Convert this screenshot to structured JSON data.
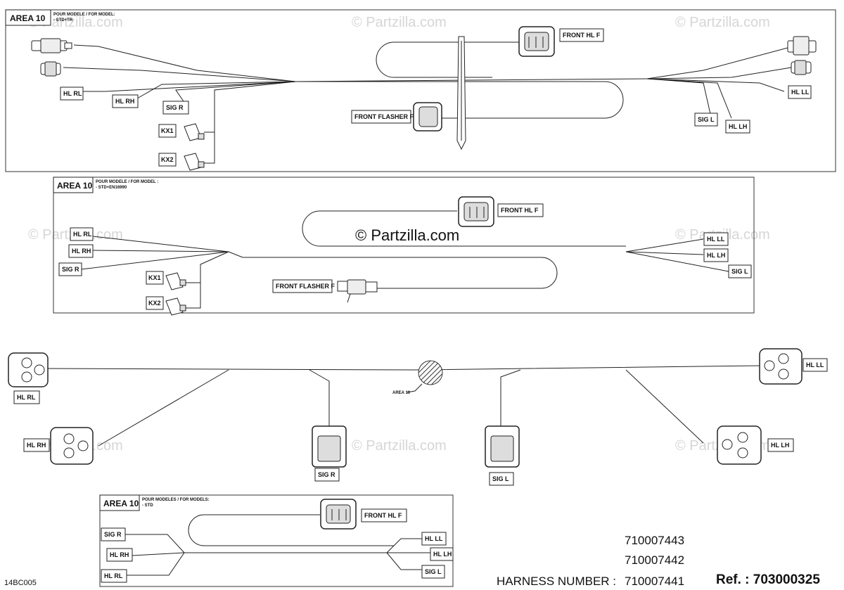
{
  "watermark": "© Partzilla.com",
  "panels": [
    {
      "area": "AREA 10",
      "model_line1": "POUR MODELE / FOR MODEL:",
      "model_line2": "- STD+TR",
      "labels": {
        "front_hl": "FRONT HL F",
        "front_flasher": "FRONT FLASHER F",
        "hl_rl": "HL RL",
        "hl_rh": "HL RH",
        "sig_r": "SIG R",
        "kx1": "KX1",
        "kx2": "KX2",
        "hl_ll": "HL LL",
        "hl_lh": "HL LH",
        "sig_l": "SIG L"
      }
    },
    {
      "area": "AREA 10",
      "model_line1": "POUR MODELE / FOR MODEL :",
      "model_line2": "- STD+EN16990",
      "labels": {
        "front_hl": "FRONT HL F",
        "front_flasher": "FRONT FLASHER F",
        "hl_rl": "HL RL",
        "hl_rh": "HL RH",
        "sig_r": "SIG R",
        "kx1": "KX1",
        "kx2": "KX2",
        "hl_ll": "HL LL",
        "hl_lh": "HL LH",
        "sig_l": "SIG L"
      }
    },
    {
      "area": "AREA 10",
      "model_line1": "POUR MODELES / FOR MODELS:",
      "model_line2": "- STD",
      "labels": {
        "front_hl": "FRONT HL F",
        "sig_r": "SIG R",
        "hl_rh": "HL RH",
        "hl_rl": "HL RL",
        "hl_ll": "HL LL",
        "hl_lh": "HL LH",
        "sig_l": "SIG L"
      }
    }
  ],
  "main": {
    "hl_rl": "HL RL",
    "hl_rh": "HL RH",
    "sig_r": "SIG R",
    "area_marker": "AREA 10",
    "sig_l": "SIG L",
    "hl_lh": "HL LH",
    "hl_ll": "HL LL"
  },
  "footer": {
    "diagram_code": "14BC005",
    "harness_label": "HARNESS NUMBER :",
    "harness_numbers": [
      "710007443",
      "710007442",
      "710007441"
    ],
    "ref": "Ref. : 703000325"
  }
}
